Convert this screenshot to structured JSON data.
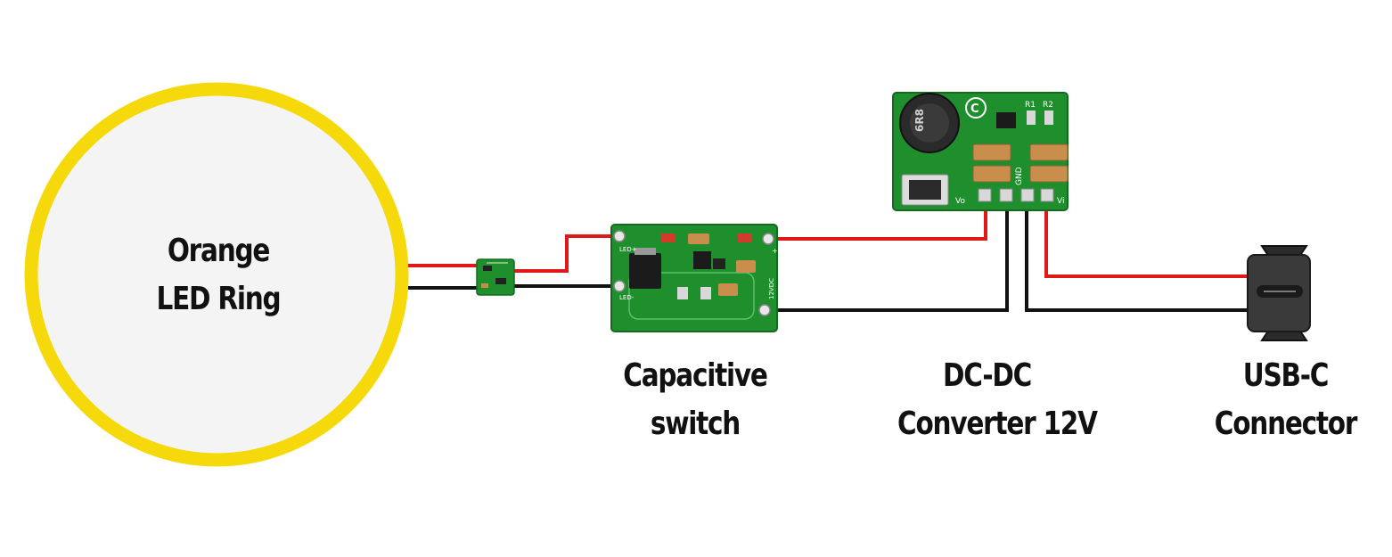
{
  "components": {
    "led_ring": {
      "line1": "Orange",
      "line2": "LED Ring"
    },
    "cap_switch": {
      "line1": "Capacitive",
      "line2": "switch"
    },
    "dc_dc": {
      "line1": "DC-DC",
      "line2": "Converter 12V"
    },
    "usb_c": {
      "line1": "USB-C",
      "line2": "Connector"
    }
  },
  "board_markings": {
    "switch_led_plus": "LED+",
    "switch_led_minus": "LED-",
    "switch_dc": "12VDC",
    "switch_plus": "+",
    "conv_r1": "R1",
    "conv_r2": "R2",
    "conv_gnd": "GND",
    "conv_vo": "Vo",
    "conv_vi": "Vi",
    "conv_inductor": "6R8",
    "conv_logo": "C"
  },
  "colors": {
    "ring": "#f5d90a",
    "ring_fill": "#f4f4f4",
    "wire_pos": "#e01818",
    "wire_neg": "#111111",
    "pcb": "#1f8f2e"
  }
}
